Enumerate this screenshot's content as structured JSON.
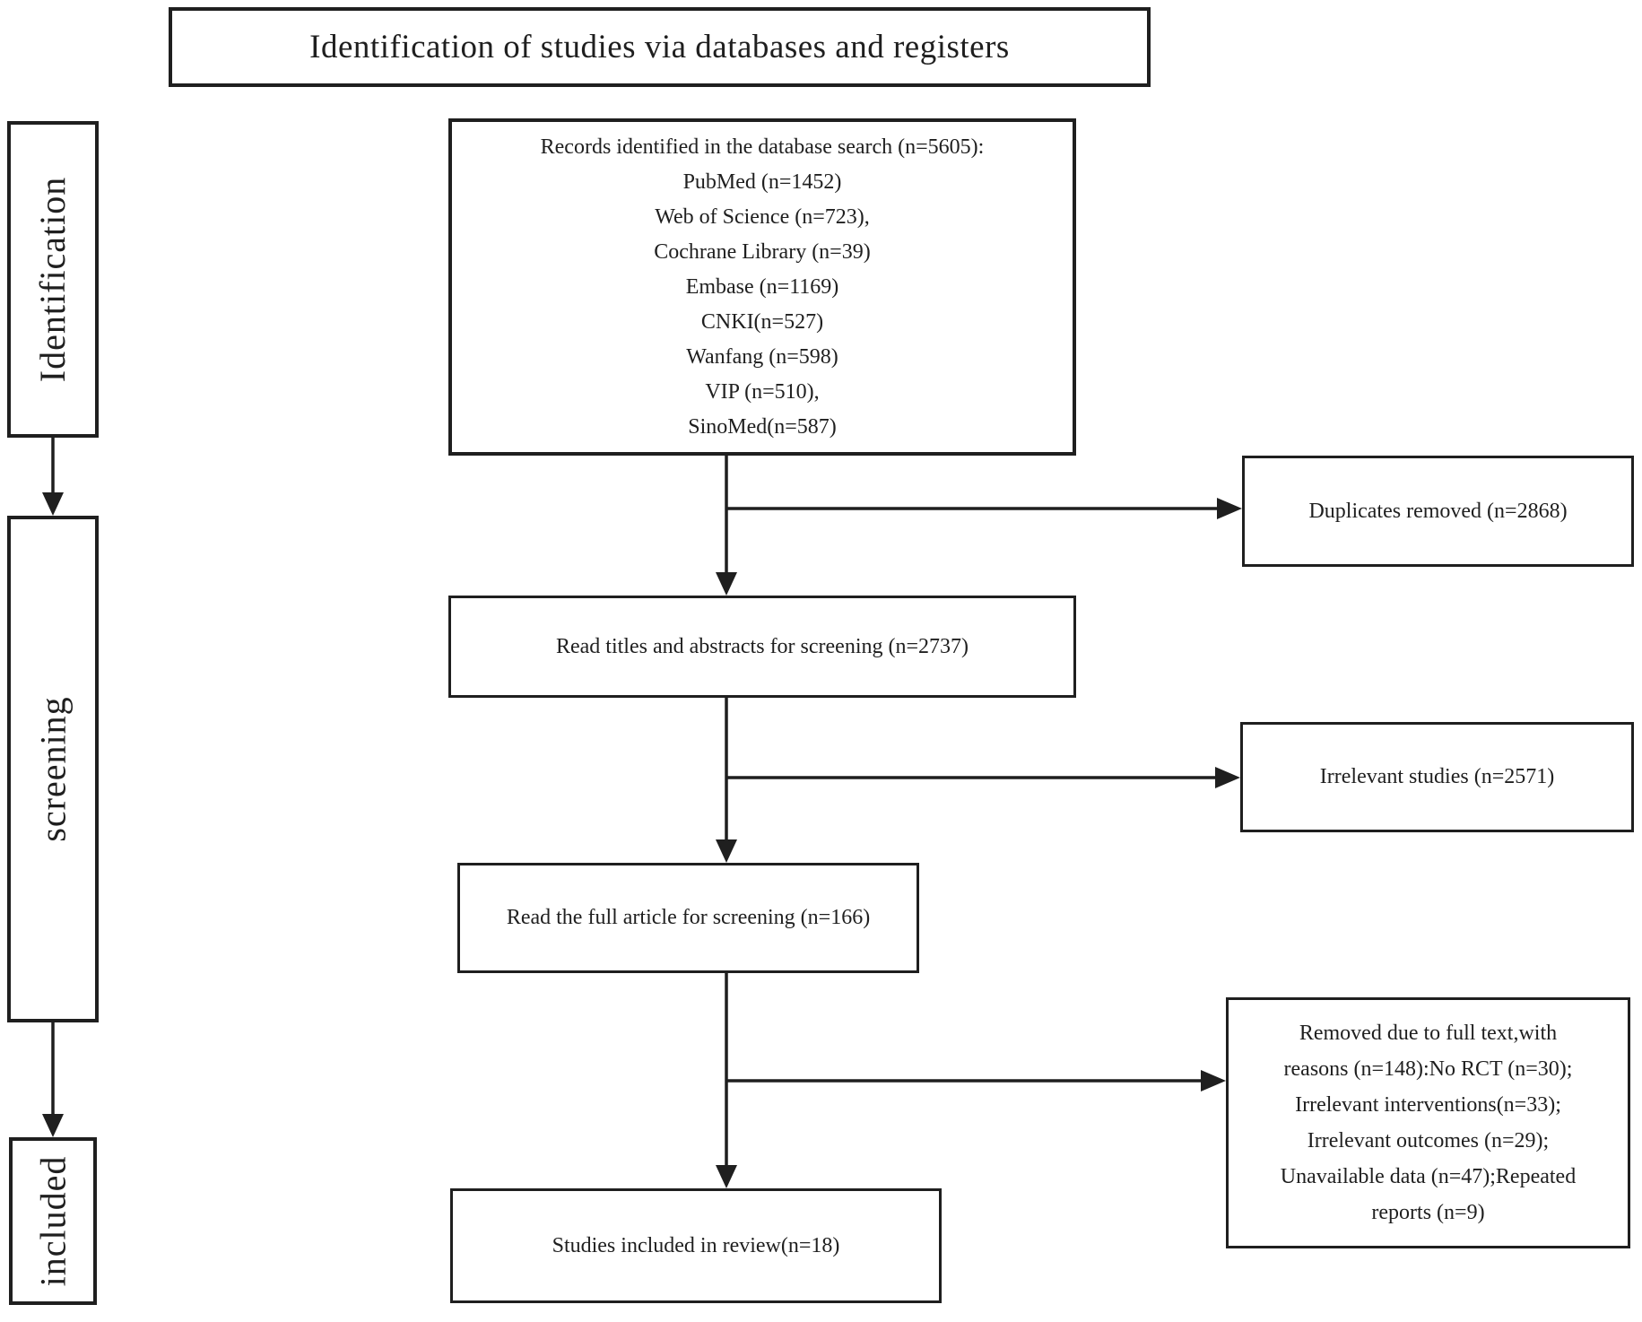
{
  "title": "Identification of studies via databases and registers",
  "stages": {
    "identification": "Identification",
    "screening": "screening",
    "included": "included"
  },
  "boxes": {
    "records": {
      "lines": [
        "Records identified in the database search (n=5605):",
        "PubMed (n=1452)",
        "Web of Science (n=723),",
        "Cochrane Library (n=39)",
        "Embase (n=1169)",
        "CNKI(n=527)",
        "Wanfang (n=598)",
        "VIP (n=510),",
        "SinoMed(n=587)"
      ]
    },
    "titles_screening": "Read titles and abstracts for screening (n=2737)",
    "fulltext_screening": "Read the full article for screening (n=166)",
    "included_review": "Studies included in review(n=18)",
    "duplicates_removed": "Duplicates removed (n=2868)",
    "irrelevant_studies": "Irrelevant studies (n=2571)",
    "removed_fulltext": {
      "lines": [
        "Removed due to full text,with",
        "reasons (n=148):No RCT (n=30);",
        "Irrelevant interventions(n=33);",
        "Irrelevant outcomes (n=29);",
        "Unavailable data (n=47);Repeated",
        "reports (n=9)"
      ]
    }
  },
  "colors": {
    "ink": "#1f1f1f",
    "background": "#ffffff"
  }
}
